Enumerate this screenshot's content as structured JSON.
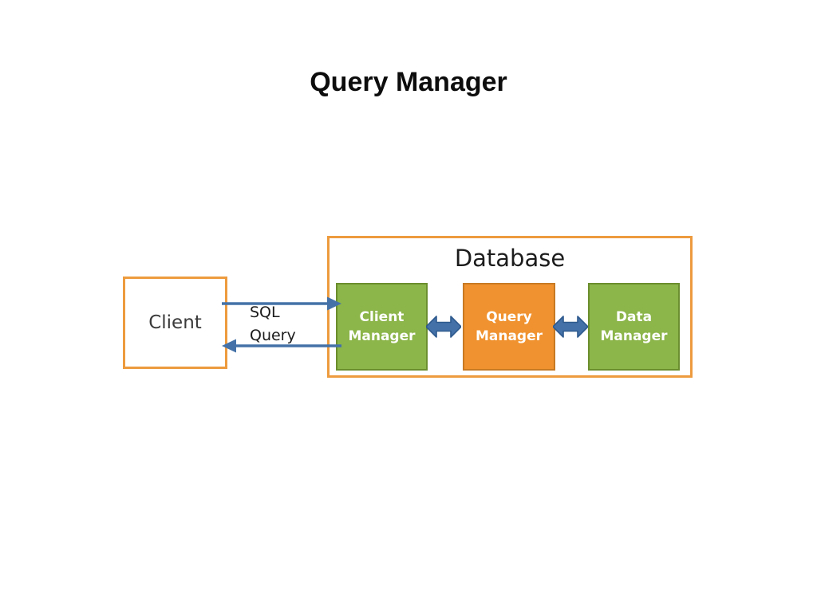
{
  "slide": {
    "title": "Query Manager",
    "background_color": "#ffffff"
  },
  "colors": {
    "orange_border": "#ED9B3E",
    "orange_fill": "#F0922F",
    "orange_fill_border": "#C87A24",
    "green_fill": "#8CB54A",
    "green_border": "#6B8E2E",
    "arrow_blue": "#4472A8",
    "arrow_blue_dark": "#2E5A8E",
    "text_dark": "#1c1c1c",
    "text_white": "#ffffff"
  },
  "diagram": {
    "type": "block-diagram",
    "client": {
      "label": "Client",
      "fill": "#ffffff",
      "border": "#ED9B3E"
    },
    "database": {
      "label": "Database",
      "fill": "#ffffff",
      "border": "#ED9B3E",
      "components": [
        {
          "id": "client-manager",
          "line1": "Client",
          "line2": "Manager",
          "fill": "#8CB54A",
          "border": "#6B8E2E"
        },
        {
          "id": "query-manager",
          "line1": "Query",
          "line2": "Manager",
          "fill": "#F0922F",
          "border": "#C87A24"
        },
        {
          "id": "data-manager",
          "line1": "Data",
          "line2": "Manager",
          "fill": "#8CB54A",
          "border": "#6B8E2E"
        }
      ]
    },
    "edges": [
      {
        "id": "client-to-database",
        "label": "SQL",
        "direction": "right",
        "from": "Client",
        "to": "Client Manager",
        "color": "#4472A8"
      },
      {
        "id": "database-to-client",
        "label": "Query",
        "direction": "left",
        "from": "Client Manager",
        "to": "Client",
        "color": "#4472A8"
      },
      {
        "id": "client-manager-query-manager",
        "label": "",
        "direction": "both",
        "from": "Client Manager",
        "to": "Query Manager",
        "color": "#4472A8"
      },
      {
        "id": "query-manager-data-manager",
        "label": "",
        "direction": "both",
        "from": "Query Manager",
        "to": "Data Manager",
        "color": "#4472A8"
      }
    ]
  }
}
